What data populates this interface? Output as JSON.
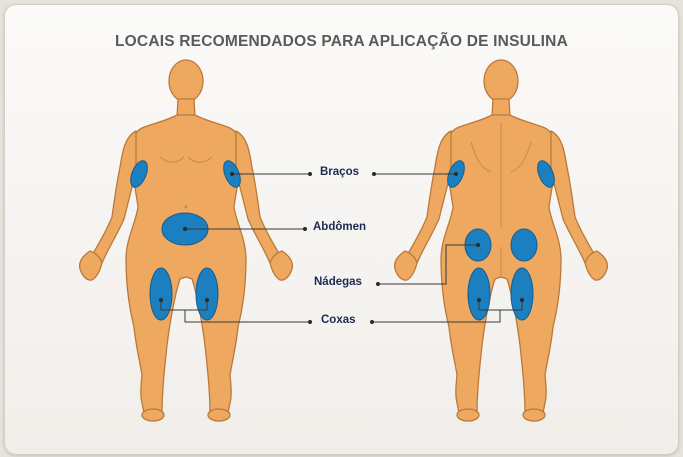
{
  "diagram": {
    "title": "LOCAIS RECOMENDADOS PARA APLICAÇÃO DE INSULINA",
    "labels": {
      "arms": "Braços",
      "abdomen": "Abdômen",
      "buttocks": "Nádegas",
      "thighs": "Coxas"
    },
    "colors": {
      "skin": "#efa860",
      "skin_outline": "#b87a3c",
      "injection_site": "#1c7fbf",
      "site_outline": "#155d8e",
      "leader_line": "#3a3a3a",
      "label_text": "#1c2a52"
    }
  }
}
